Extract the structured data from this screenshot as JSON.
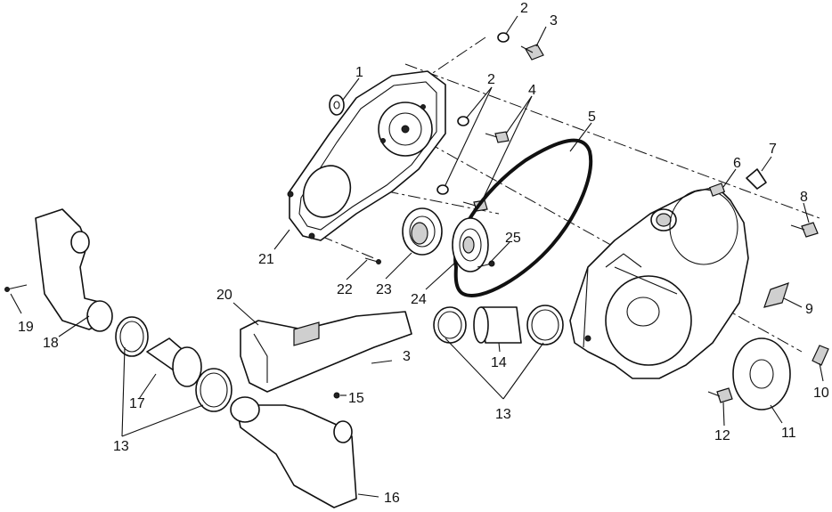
{
  "labels": {
    "l1": "1",
    "l2a": "2",
    "l2b": "2",
    "l3a": "3",
    "l3b": "3",
    "l4": "4",
    "l5": "5",
    "l6": "6",
    "l7": "7",
    "l8": "8",
    "l9": "9",
    "l10": "10",
    "l11": "11",
    "l12": "12",
    "l13a": "13",
    "l13b": "13",
    "l14": "14",
    "l15": "15",
    "l16": "16",
    "l17": "17",
    "l18": "18",
    "l19": "19",
    "l20": "20",
    "l21": "21",
    "l22": "22",
    "l23": "23",
    "l24": "24",
    "l25": "25"
  }
}
